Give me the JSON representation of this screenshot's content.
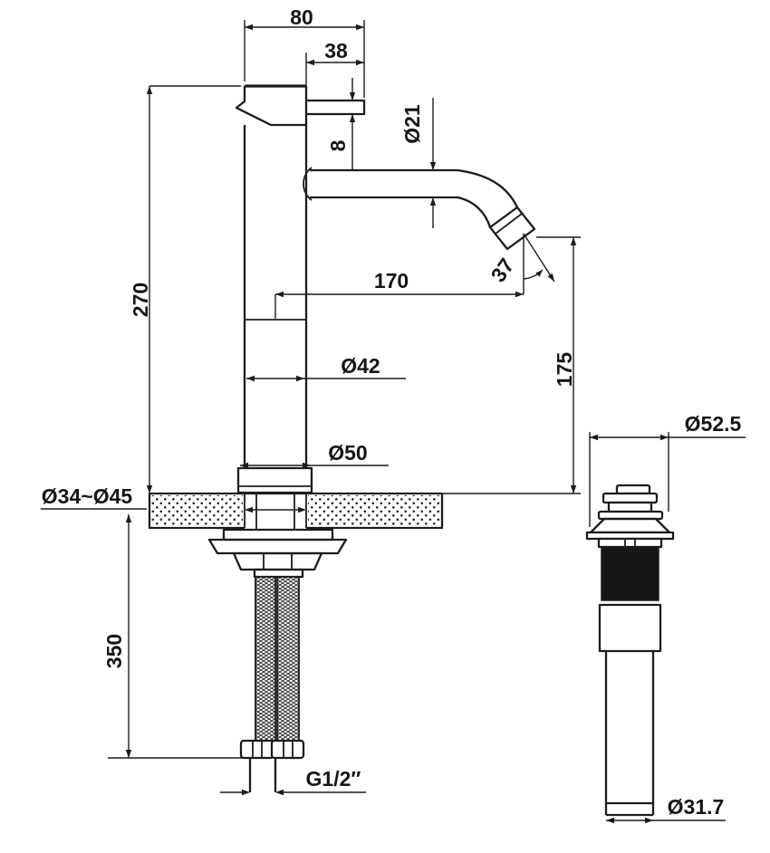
{
  "drawing": {
    "type": "faucet-installation-dimension-drawing",
    "colors": {
      "line": "#1c1c1c",
      "background": "#ffffff"
    },
    "dims": {
      "top_width": "80",
      "handle_length": "38",
      "spout_diameter": "Ø21",
      "handle_thickness": "8",
      "body_height": "270",
      "spout_reach": "170",
      "spout_angle": "37",
      "outlet_height": "175",
      "body_diameter": "Ø42",
      "base_diameter": "Ø50",
      "hole_range": "Ø34~Ø45",
      "hose_length": "350",
      "thread": "G1/2″",
      "drain_flange_diameter": "Ø52.5",
      "drain_tail_diameter": "Ø31.7"
    }
  }
}
